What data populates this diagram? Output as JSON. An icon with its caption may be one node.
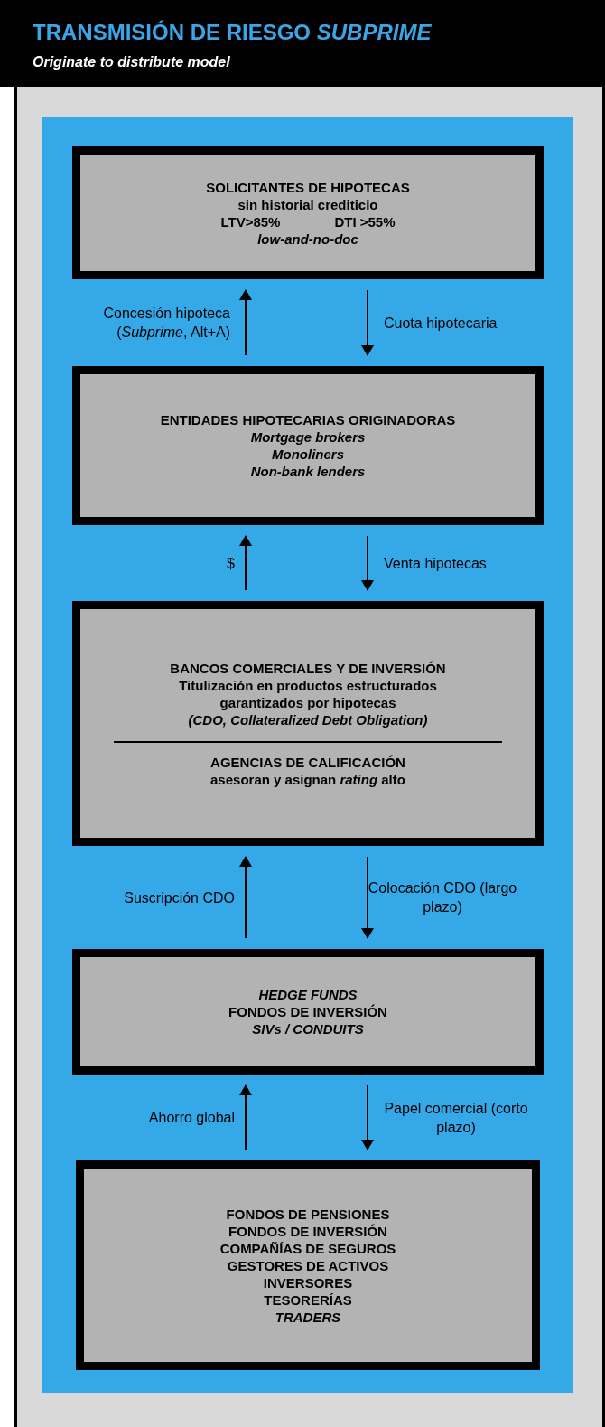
{
  "diagram": {
    "title": "TRANSMISIÓN DE RIESGO *SUBPRIME*",
    "nodes": [
      {
        "text": [
          "SOLICITANTES DE HIPOTECAS",
          "sin historial crediticio",
          "LTV>85%",
          "DTI >55%",
          "low-and-no-doc"
        ]
      },
      {
        "text": [
          "ENTIDADES HIPOTECARIAS ORIGINADORAS",
          "Mortgage brokers",
          "Monoliners",
          "Non-bank lenders"
        ]
      },
      {
        "text": [
          "BANCOS COMERCIALES Y DE INVERSIÓN",
          "Titulización en productos estructurados garantizados por hipotecas",
          "(CDO, Collateralized Debt Obligation)",
          "AGENCIAS DE CALIFICACIÓN",
          "asesoran y asignan *rating* alto"
        ]
      },
      {
        "text": [
          "HEDGE FUNDS",
          "FONDOS DE INVERSIÓN",
          "SIVs / CONDUITS"
        ]
      },
      {
        "text": [
          "FONDOS DE PENSIONES",
          "FONDOS DE INVERSIÓN",
          "COMPAÑÍAS DE SEGUROS",
          "GESTORES DE ACTIVOS",
          "INVERSORES",
          "TESORERÍAS",
          "TRADERS"
        ]
      }
    ],
    "edges": [
      {
        "from": 1,
        "to": 0,
        "arrow": "to",
        "label": "Concesión hipoteca (*Subprime*, Alt+A)"
      },
      {
        "from": 0,
        "to": 1,
        "arrow": "to",
        "label": "Cuota hipotecaria"
      },
      {
        "from": 2,
        "to": 1,
        "arrow": "to",
        "label": "$"
      },
      {
        "from": 1,
        "to": 2,
        "arrow": "to",
        "label": "Venta hipotecas"
      },
      {
        "from": 3,
        "to": 2,
        "arrow": "to",
        "label": "Suscripción CDO"
      },
      {
        "from": 2,
        "to": 3,
        "arrow": "to",
        "label": "Colocación CDO (largo plazo)"
      },
      {
        "from": 4,
        "to": 3,
        "arrow": "to",
        "label": "Ahorro global"
      },
      {
        "from": 3,
        "to": 4,
        "arrow": "to",
        "label": "Papel comercial (corto plazo)"
      }
    ],
    "labels": [
      "Originate to distribute model"
    ]
  }
}
